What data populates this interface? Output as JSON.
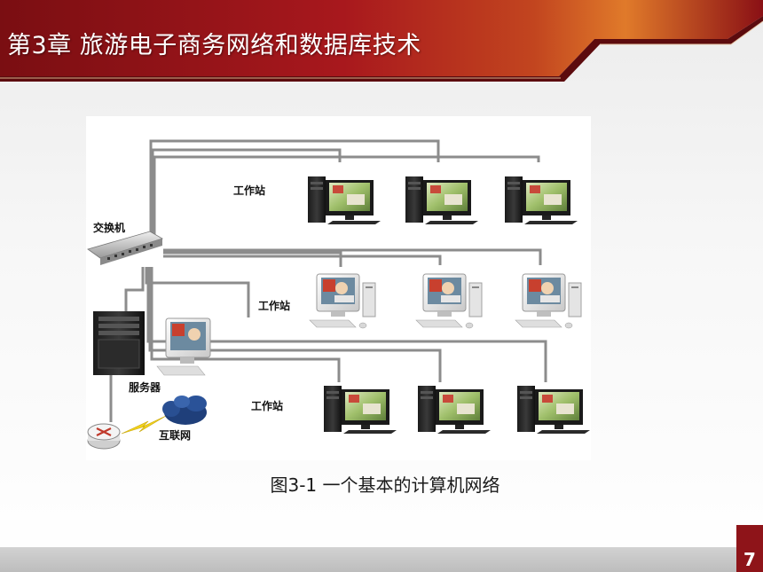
{
  "slide": {
    "title": "第3章  旅游电子商务网络和数据库技术",
    "page_number": "7"
  },
  "diagram": {
    "labels": {
      "switch": "交换机",
      "workstation_row1": "工作站",
      "workstation_row2": "工作站",
      "workstation_row3": "工作站",
      "server": "服务器",
      "internet": "互联网"
    },
    "caption": "图3-1 一个基本的计算机网络"
  },
  "colors": {
    "header_red": "#a3161b",
    "header_dark": "#6e0d10",
    "cable": "#8c8c8c",
    "page_badge": "#8e1419"
  }
}
